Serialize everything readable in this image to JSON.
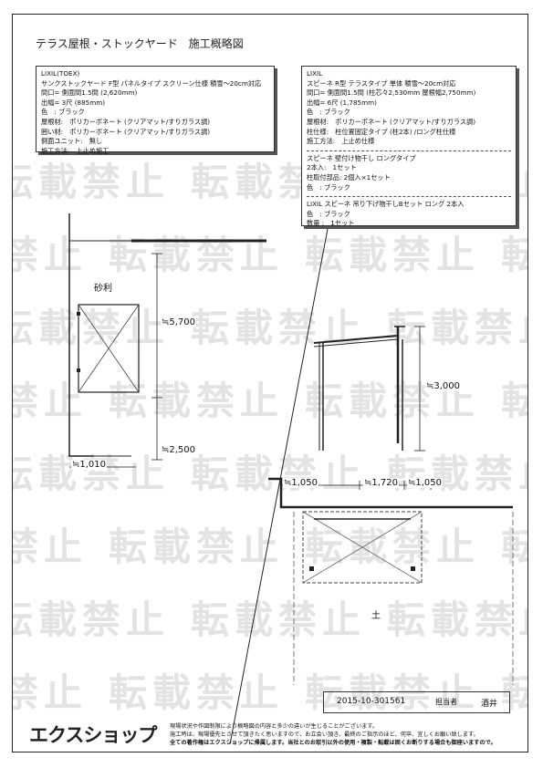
{
  "title": "テラス屋根・ストックヤード　施工概略図",
  "watermark": "転載禁止",
  "left_box": {
    "lines": [
      "LIXIL(TOEX)",
      "サンクストックヤード F型 パネルタイプ スクリーン仕様 積雪～20cm対応",
      "間口= 側面間1.5間 (2,620mm)",
      "出幅= 3尺 (885mm)",
      "色　: ブラック",
      "屋根材:　ポリカーボネート (クリアマット/すりガラス調)",
      "囲い材:　ポリカーボネート (クリアマット/すりガラス調)",
      "側面ユニット:　無し",
      "施工方法:　上止め施工"
    ]
  },
  "right_box": {
    "section1": [
      "LIXIL",
      "スピーネ R型 テラスタイプ 単体 積雪～20cm対応",
      "間口= 側面間1.5間 (柱芯々2,530mm 屋根幅2,750mm)",
      "出幅= 6尺 (1,785mm)",
      "色　: ブラック",
      "屋根材:　ポリカーボネート (クリアマット/すりガラス調)",
      "柱仕様:　柱位置固定タイプ (柱2本) /ロング柱仕様",
      "施工方法:　上止め仕様"
    ],
    "section2": [
      "スピーネ 壁付け物干し ロングタイプ",
      "2本入:　1セット",
      "柱取付部品: 2個入×1セット",
      "色　: ブラック"
    ],
    "section3": [
      "LIXIL スピーネ 吊り下げ物干しBセット ロング 2本入",
      "色　: ブラック",
      "数量 :　1セット"
    ]
  },
  "labels": {
    "gravel": "砂利",
    "soil": "土"
  },
  "dimensions": {
    "d5700": "≒5,700",
    "d2500": "≒2,500",
    "d1010": "≒1,010",
    "d3000": "≒3,000",
    "d1050a": "≒1,050",
    "d1720": "≒1,720",
    "d1050b": "≒1,050"
  },
  "footer": {
    "doc_no": "2015-10-301561",
    "person_label": "担当者",
    "person": "酒井",
    "logo": "エクスショップ",
    "disclaimer": [
      "現場状況や作図制限により概略図の内容と多少の違いが生じることがございます。",
      "施工時は、現場優先とさせて頂きたく思いますので、お立会い頂き、最終のご指示のほど、何卒、宜しくお願い致します。",
      "全ての著作権はエクスショップに帰属します。当社とのお取引以外の使用・複製・転載は固くお断りする場合も御座いますので。"
    ]
  }
}
